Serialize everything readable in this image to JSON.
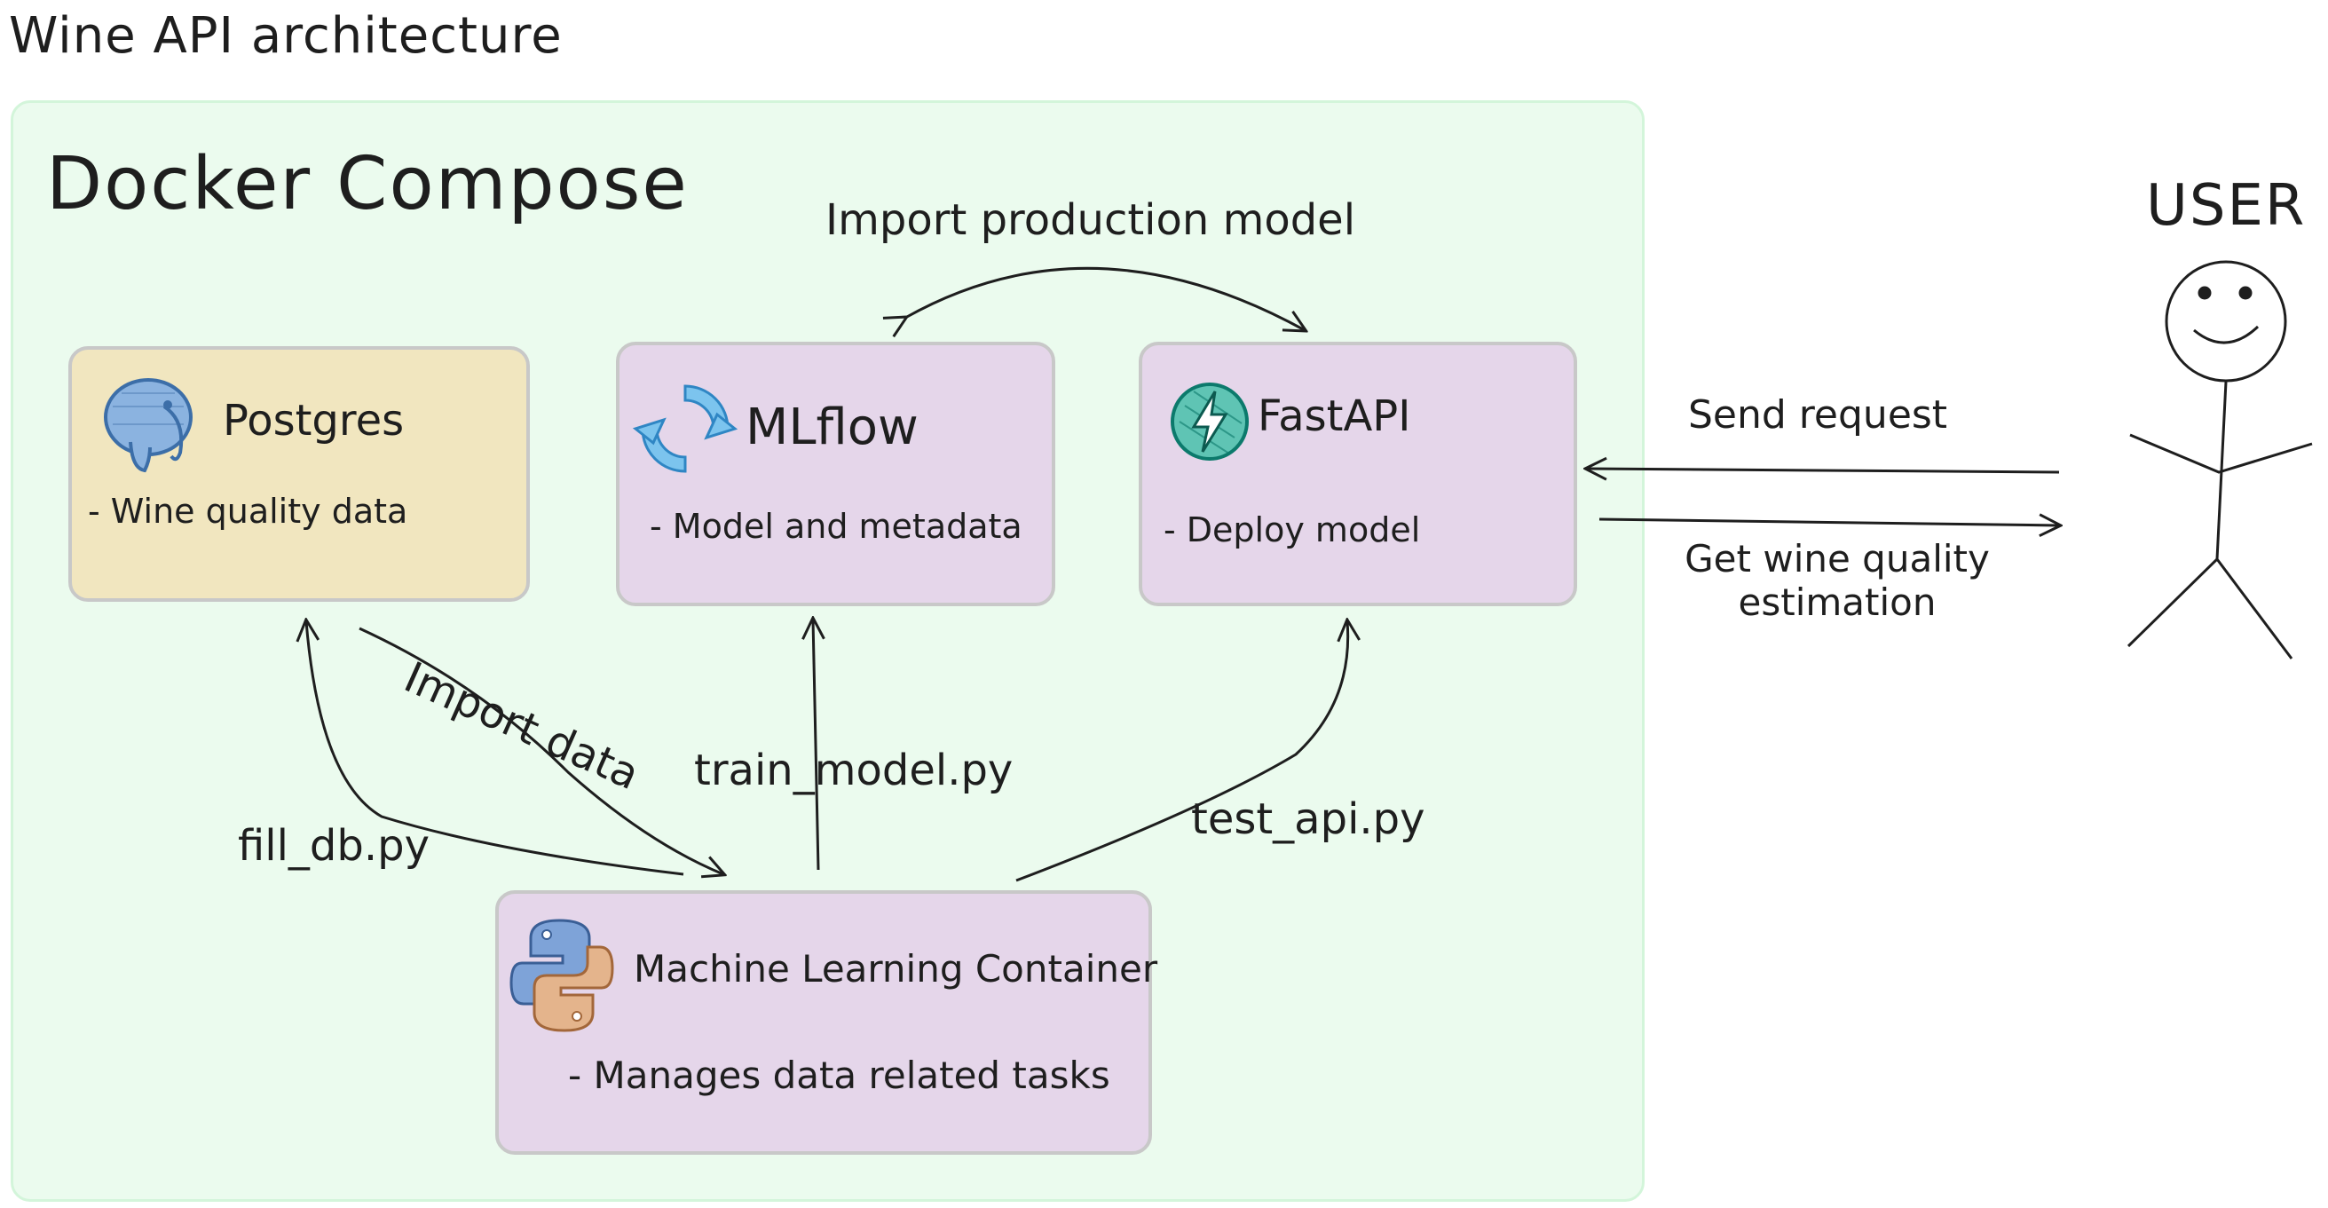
{
  "title": "Wine API architecture",
  "container": {
    "title": "Docker Compose"
  },
  "services": {
    "postgres": {
      "name": "Postgres",
      "description": "- Wine quality data",
      "color": "#f1e6bf"
    },
    "mlflow": {
      "name": "MLflow",
      "description": "- Model and metadata",
      "color": "#e5d6ea"
    },
    "fastapi": {
      "name": "FastAPI",
      "description": "- Deploy model",
      "color": "#e5d6ea"
    },
    "ml_container": {
      "name": "Machine Learning Container",
      "description": "- Manages data related tasks",
      "color": "#e5d6ea"
    }
  },
  "edges": {
    "import_production_model": "Import production model",
    "import_data": "Import data",
    "fill_db": "fill_db.py",
    "train_model": "train_model.py",
    "test_api": "test_api.py",
    "send_request": "Send request",
    "get_estimation_line1": "Get wine quality",
    "get_estimation_line2": "estimation"
  },
  "user": {
    "label": "USER"
  },
  "colors": {
    "container_bg": "#ebfbee",
    "container_border": "#d3f5da",
    "postgres_icon": "#5b8fcf",
    "mlflow_icon": "#4ba6e0",
    "fastapi_icon": "#0c9488",
    "python_blue": "#7ea3d8",
    "python_orange": "#e4b48c"
  }
}
